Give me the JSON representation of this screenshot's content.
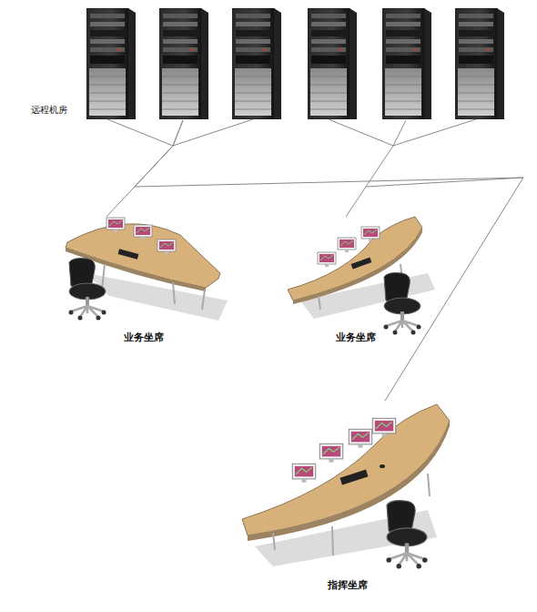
{
  "diagram": {
    "nodes": [
      {
        "text": [
          "远程机房"
        ]
      },
      {
        "text": [
          "业务坐席"
        ]
      },
      {
        "text": [
          "业务坐席"
        ]
      },
      {
        "text": [
          "指挥坐席"
        ]
      }
    ],
    "edges": [
      {
        "from": 0,
        "to": 1,
        "arrow": "none"
      },
      {
        "from": 0,
        "to": 2,
        "arrow": "none"
      },
      {
        "from": 0,
        "to": 3,
        "arrow": "none"
      }
    ]
  }
}
